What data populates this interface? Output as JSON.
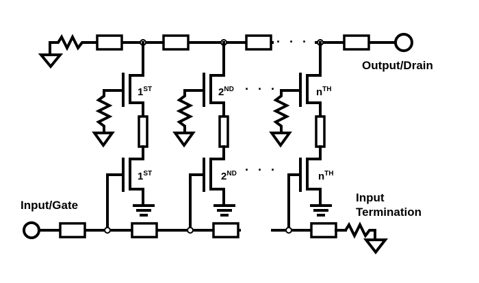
{
  "labels": {
    "output": "Output/Drain",
    "input": "Input/Gate",
    "termination_1": "Input",
    "termination_2": "Termination"
  },
  "stages": [
    {
      "ordinal": "1",
      "suffix": "ST"
    },
    {
      "ordinal": "2",
      "suffix": "ND"
    },
    {
      "ordinal": "n",
      "suffix": "TH"
    }
  ],
  "ellipsis": "· · ·"
}
